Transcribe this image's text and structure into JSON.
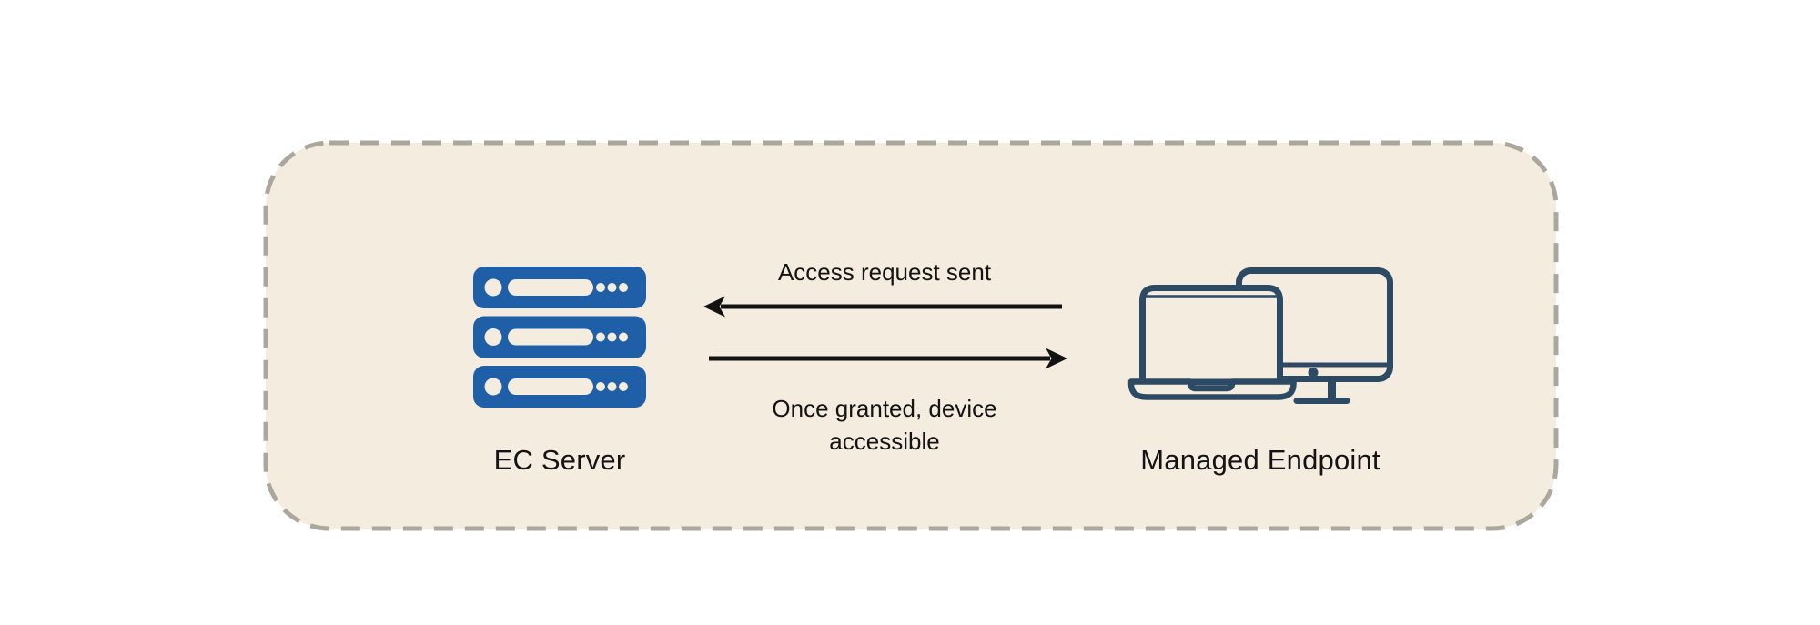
{
  "diagram": {
    "background": "#ffffff",
    "panel": {
      "fill": "#f4ecdf",
      "border_color": "#aca79d"
    },
    "nodes": [
      {
        "id": "ec-server",
        "label": "EC Server",
        "icon": "server-stack-icon",
        "icon_color": "#1e5fa8"
      },
      {
        "id": "managed-endpoint",
        "label": "Managed Endpoint",
        "icon": "laptop-and-monitor-icon",
        "icon_color": "#2c4a63"
      }
    ],
    "flows": [
      {
        "id": "access-request",
        "label": "Access request sent",
        "direction": "right-to-left",
        "from": "managed-endpoint",
        "to": "ec-server"
      },
      {
        "id": "access-granted",
        "label": "Once granted, device accessible",
        "direction": "left-to-right",
        "from": "ec-server",
        "to": "managed-endpoint"
      }
    ],
    "arrow_color": "#121212",
    "text_color": "#141414"
  }
}
